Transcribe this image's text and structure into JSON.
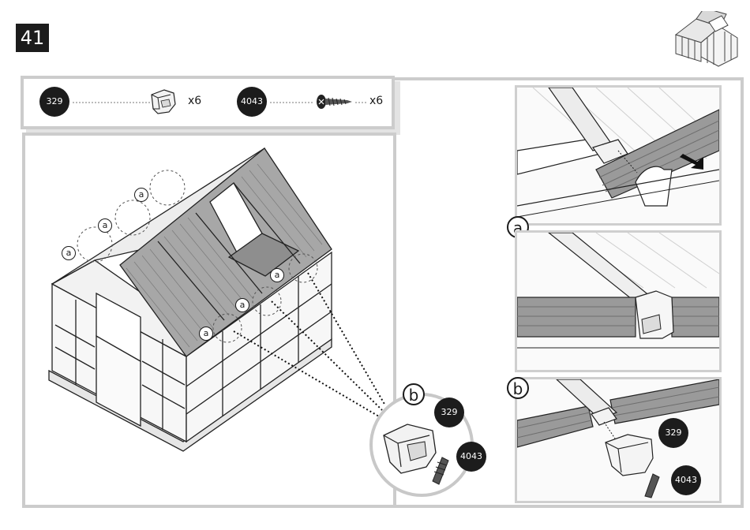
{
  "step": {
    "number": "41"
  },
  "parts": [
    {
      "id": "329",
      "qty": "x6"
    },
    {
      "id": "4043",
      "qty": "x6"
    }
  ],
  "callouts": {
    "a_label": "a",
    "b_label": "b"
  },
  "detail_panels": [
    {
      "label": "a"
    },
    {
      "label": "b"
    }
  ],
  "colors": {
    "badge": "#1c1c1c",
    "frame": "#cccccc",
    "panel_fill": "#9a9a9a"
  },
  "icons": [
    "greenhouse-thumbnail-icon",
    "clip-part-icon",
    "screw-part-icon",
    "push-arrow-icon"
  ]
}
